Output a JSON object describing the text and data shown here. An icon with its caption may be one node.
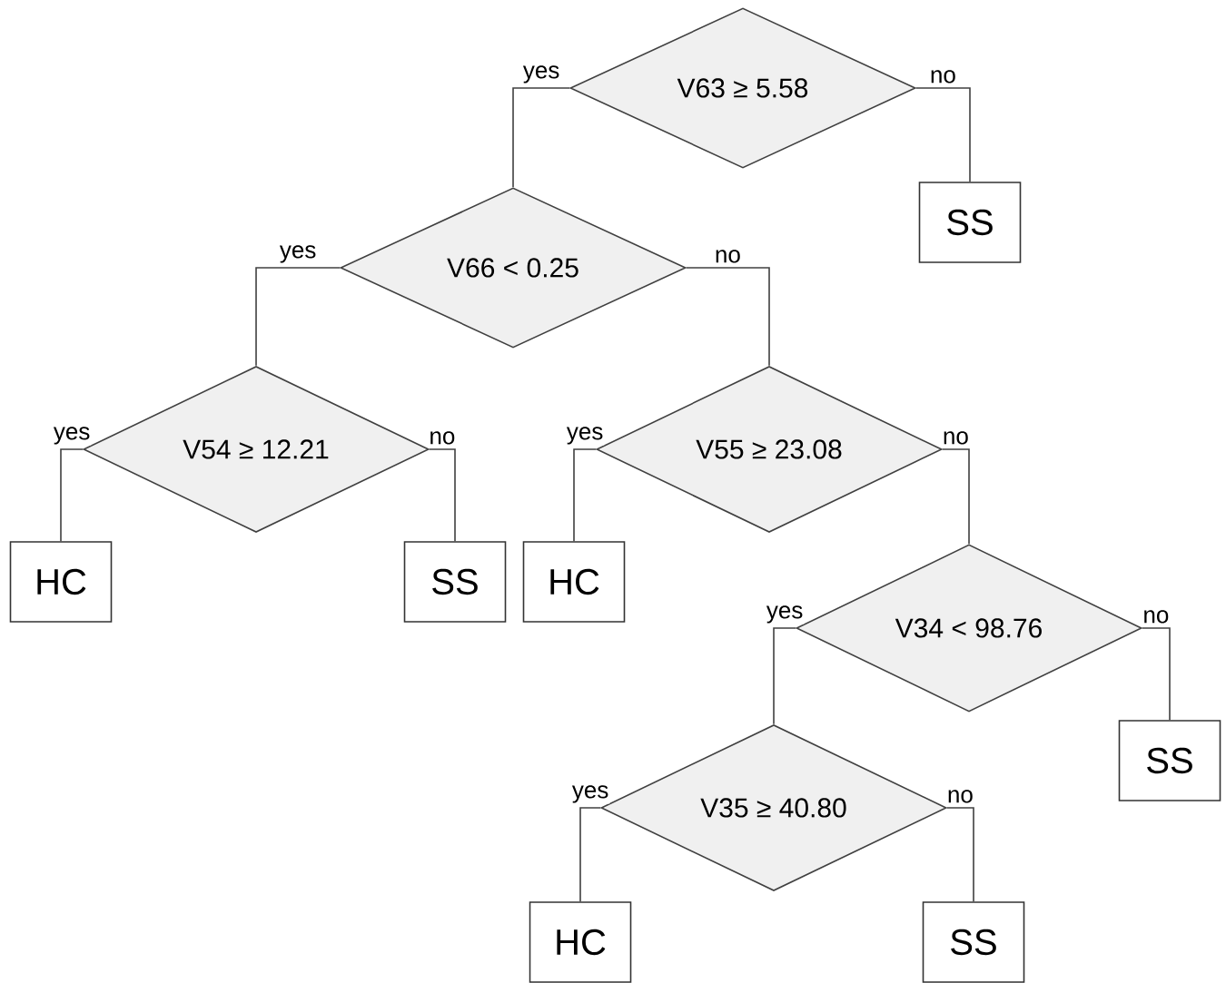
{
  "diagram": {
    "nodes": [
      {
        "text": [
          "V63 ≥ 5.58"
        ]
      },
      {
        "text": [
          "SS"
        ]
      },
      {
        "text": [
          "V66 < 0.25"
        ]
      },
      {
        "text": [
          "V54 ≥ 12.21"
        ]
      },
      {
        "text": [
          "V55 ≥ 23.08"
        ]
      },
      {
        "text": [
          "HC"
        ]
      },
      {
        "text": [
          "SS"
        ]
      },
      {
        "text": [
          "HC"
        ]
      },
      {
        "text": [
          "V34 < 98.76"
        ]
      },
      {
        "text": [
          "SS"
        ]
      },
      {
        "text": [
          "V35 ≥ 40.80"
        ]
      },
      {
        "text": [
          "HC"
        ]
      },
      {
        "text": [
          "SS"
        ]
      }
    ],
    "edges": [
      {
        "from": 0,
        "to": 2,
        "arrow": "none",
        "label": "yes"
      },
      {
        "from": 0,
        "to": 1,
        "arrow": "none",
        "label": "no"
      },
      {
        "from": 2,
        "to": 3,
        "arrow": "none",
        "label": "yes"
      },
      {
        "from": 2,
        "to": 4,
        "arrow": "none",
        "label": "no"
      },
      {
        "from": 3,
        "to": 5,
        "arrow": "none",
        "label": "yes"
      },
      {
        "from": 3,
        "to": 6,
        "arrow": "none",
        "label": "no"
      },
      {
        "from": 4,
        "to": 7,
        "arrow": "none",
        "label": "yes"
      },
      {
        "from": 4,
        "to": 8,
        "arrow": "none",
        "label": "no"
      },
      {
        "from": 8,
        "to": 10,
        "arrow": "none",
        "label": "yes"
      },
      {
        "from": 8,
        "to": 9,
        "arrow": "none",
        "label": "no"
      },
      {
        "from": 10,
        "to": 11,
        "arrow": "none",
        "label": "yes"
      },
      {
        "from": 10,
        "to": 12,
        "arrow": "none",
        "label": "no"
      }
    ]
  }
}
